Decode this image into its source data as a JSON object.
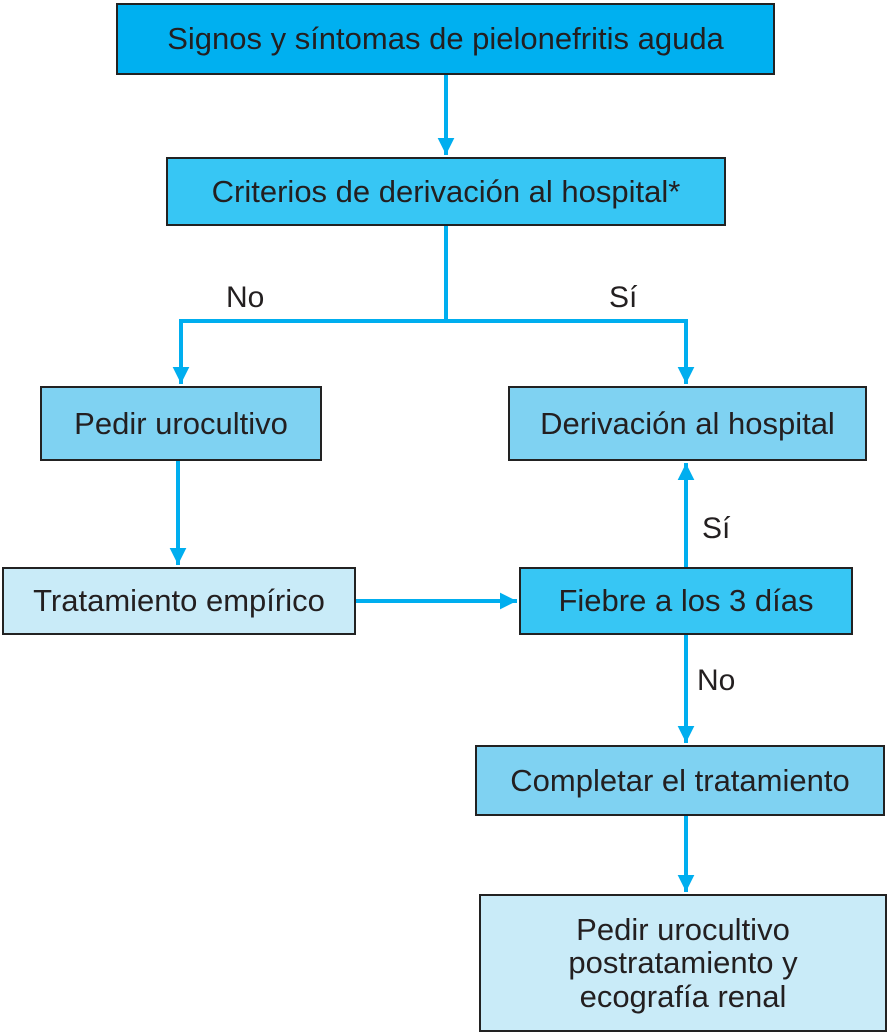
{
  "nodes": {
    "signos": "Signos y síntomas de pielonefritis aguda",
    "criterios": "Criterios de derivación al hospital*",
    "pedir_urocultivo": "Pedir urocultivo",
    "derivacion": "Derivación al hospital",
    "tratamiento_empirico": "Tratamiento empírico",
    "fiebre": "Fiebre a los 3 días",
    "completar": "Completar el tratamiento",
    "final_lines": [
      "Pedir urocultivo",
      "postratamiento y",
      "ecografía renal"
    ]
  },
  "edge_labels": {
    "criterios_no": "No",
    "criterios_si": "Sí",
    "fiebre_si": "Sí",
    "fiebre_no": "No"
  },
  "colors": {
    "arrow": "#00aeef",
    "box_dark": "#00b0f0",
    "box_medium": "#37c6f4",
    "box_light": "#7fd2f2",
    "box_pale": "#c9ebf8",
    "border": "#222222"
  }
}
